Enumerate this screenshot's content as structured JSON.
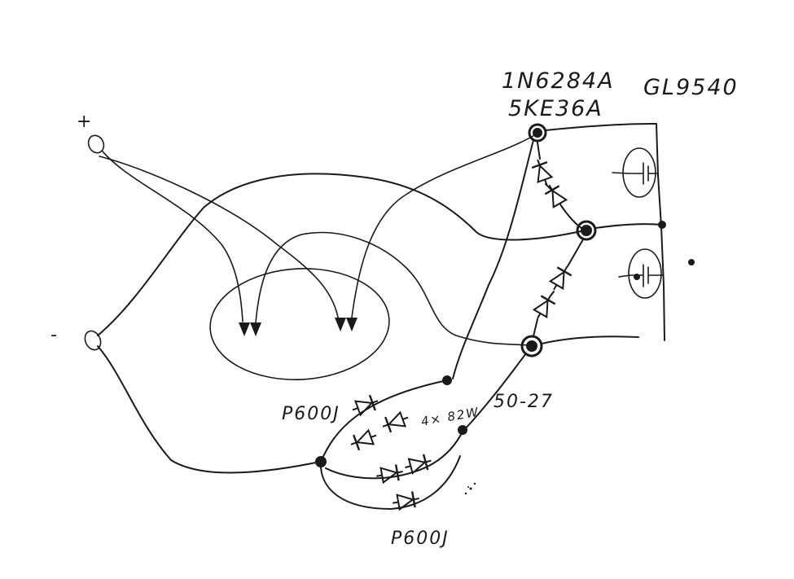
{
  "labels": {
    "diode_top_line1": "1N6284A",
    "diode_top_line2": "5KE36A",
    "tube_model": "GL9540",
    "rectifier_left": "P600J",
    "rectifier_bottom": "P600J",
    "zener": "4× 82W",
    "tvs_mid": "50-27",
    "terminal_plus": "+",
    "terminal_minus": "-"
  },
  "icons": {
    "diode": "diode-symbol",
    "terminal": "terminal-lug-icon",
    "spark_gap": "gas-discharge-tube-icon",
    "arrow": "arrow-head-icon"
  },
  "colors": {
    "ink": "#1a1a1a",
    "paper": "#ffffff"
  }
}
